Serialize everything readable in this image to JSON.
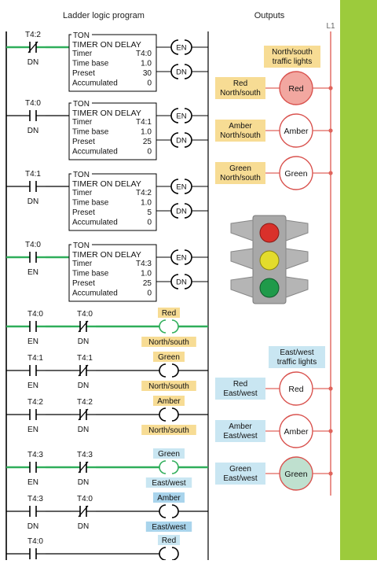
{
  "header": {
    "left_title": "Ladder logic program",
    "right_title": "Outputs",
    "rail_label": "L1"
  },
  "timers": [
    {
      "contact_tag": "T4:2",
      "contact_bit": "DN",
      "contact_type": "NC",
      "instr": "TON",
      "title": "TIMER ON DELAY",
      "rows": [
        {
          "label": "Timer",
          "value": "T4:0"
        },
        {
          "label": "Time base",
          "value": "1.0"
        },
        {
          "label": "Preset",
          "value": "30"
        },
        {
          "label": "Accumulated",
          "value": "0"
        }
      ],
      "coil_en": "EN",
      "coil_dn": "DN"
    },
    {
      "contact_tag": "T4:0",
      "contact_bit": "DN",
      "contact_type": "NO",
      "instr": "TON",
      "title": "TIMER ON DELAY",
      "rows": [
        {
          "label": "Timer",
          "value": "T4:1"
        },
        {
          "label": "Time base",
          "value": "1.0"
        },
        {
          "label": "Preset",
          "value": "25"
        },
        {
          "label": "Accumulated",
          "value": "0"
        }
      ],
      "coil_en": "EN",
      "coil_dn": "DN"
    },
    {
      "contact_tag": "T4:1",
      "contact_bit": "DN",
      "contact_type": "NO",
      "instr": "TON",
      "title": "TIMER ON DELAY",
      "rows": [
        {
          "label": "Timer",
          "value": "T4:2"
        },
        {
          "label": "Time base",
          "value": "1.0"
        },
        {
          "label": "Preset",
          "value": "5"
        },
        {
          "label": "Accumulated",
          "value": "0"
        }
      ],
      "coil_en": "EN",
      "coil_dn": "DN"
    },
    {
      "contact_tag": "T4:0",
      "contact_bit": "EN",
      "contact_type": "NO",
      "instr": "TON",
      "title": "TIMER ON DELAY",
      "rows": [
        {
          "label": "Timer",
          "value": "T4:3"
        },
        {
          "label": "Time base",
          "value": "1.0"
        },
        {
          "label": "Preset",
          "value": "25"
        },
        {
          "label": "Accumulated",
          "value": "0"
        }
      ],
      "coil_en": "EN",
      "coil_dn": "DN"
    }
  ],
  "logic_rungs": [
    {
      "c1_tag": "T4:0",
      "c1_bit": "EN",
      "c1_type": "NO",
      "c2_tag": "T4:0",
      "c2_bit": "DN",
      "c2_type": "NC",
      "coil_top": "Red",
      "coil_bottom": "North/south",
      "coil_color": "#f7dc94"
    },
    {
      "c1_tag": "T4:1",
      "c1_bit": "EN",
      "c1_type": "NO",
      "c2_tag": "T4:1",
      "c2_bit": "DN",
      "c2_type": "NC",
      "coil_top": "Green",
      "coil_bottom": "North/south",
      "coil_color": "#f7dc94"
    },
    {
      "c1_tag": "T4:2",
      "c1_bit": "EN",
      "c1_type": "NO",
      "c2_tag": "T4:2",
      "c2_bit": "DN",
      "c2_type": "NC",
      "coil_top": "Amber",
      "coil_bottom": "North/south",
      "coil_color": "#f7dc94"
    },
    {
      "c1_tag": "T4:3",
      "c1_bit": "EN",
      "c1_type": "NO",
      "c2_tag": "T4:3",
      "c2_bit": "DN",
      "c2_type": "NC",
      "coil_top": "Green",
      "coil_bottom": "East/west",
      "coil_color": "#c9e6f2"
    },
    {
      "c1_tag": "T4:3",
      "c1_bit": "DN",
      "c1_type": "NO",
      "c2_tag": "T4:0",
      "c2_bit": "DN",
      "c2_type": "NC",
      "coil_top": "Amber",
      "coil_bottom": "East/west",
      "coil_color": "#a9d4ec"
    },
    {
      "c1_tag": "T4:0",
      "c1_bit": "",
      "c1_type": "NO",
      "c2_tag": "",
      "c2_bit": "",
      "c2_type": "",
      "coil_top": "Red",
      "coil_bottom": "",
      "coil_color": "#c9e6f2"
    }
  ],
  "outputs": {
    "ns_group_label": [
      "North/south",
      "traffic lights"
    ],
    "ew_group_label": [
      "East/west",
      "traffic lights"
    ],
    "ns": [
      {
        "tag": [
          "Red",
          "North/south"
        ],
        "lamp": "Red",
        "lit": true,
        "lit_color": "#f2a7a0"
      },
      {
        "tag": [
          "Amber",
          "North/south"
        ],
        "lamp": "Amber",
        "lit": false,
        "lit_color": "#ffffff"
      },
      {
        "tag": [
          "Green",
          "North/south"
        ],
        "lamp": "Green",
        "lit": false,
        "lit_color": "#ffffff"
      }
    ],
    "ew": [
      {
        "tag": [
          "Red",
          "East/west"
        ],
        "lamp": "Red",
        "lit": false,
        "lit_color": "#ffffff"
      },
      {
        "tag": [
          "Amber",
          "East/west"
        ],
        "lamp": "Amber",
        "lit": false,
        "lit_color": "#ffffff"
      },
      {
        "tag": [
          "Green",
          "East/west"
        ],
        "lamp": "Green",
        "lit": true,
        "lit_color": "#bfe0cf"
      }
    ]
  },
  "colors": {
    "rail_left": "#000000",
    "rail_right": "#e0645c",
    "energized": "#2fae5a",
    "ns_tag": "#f7dc94",
    "ew_tag": "#c9e6f2",
    "lamp_ring": "#d9534f",
    "green_band": "#9ccb3c"
  }
}
